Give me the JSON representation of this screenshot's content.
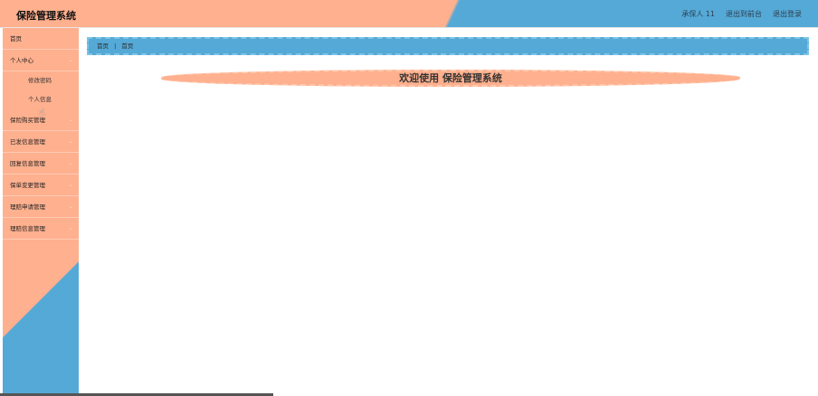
{
  "header": {
    "app_title": "保险管理系统",
    "user_label": "承保人 11",
    "front_link": "退出到前台",
    "logout_link": "退出登录"
  },
  "sidebar": {
    "items": [
      {
        "label": "首页"
      },
      {
        "label": "个人中心",
        "children": [
          "修改密码",
          "个人信息"
        ]
      },
      {
        "label": "保险购买管理"
      },
      {
        "label": "已发信息管理"
      },
      {
        "label": "回复信息管理"
      },
      {
        "label": "保单变更管理"
      },
      {
        "label": "理赔申请管理"
      },
      {
        "label": "理赔信息管理"
      }
    ]
  },
  "breadcrumb": {
    "root": "首页",
    "current": "首页"
  },
  "main": {
    "welcome": "欢迎使用 保险管理系统"
  },
  "colors": {
    "accent_orange": "#ffb08e",
    "accent_blue": "#55a9d6"
  },
  "icons": {
    "chevron": "chevron-down-icon",
    "cursor": "hand-cursor-icon"
  }
}
